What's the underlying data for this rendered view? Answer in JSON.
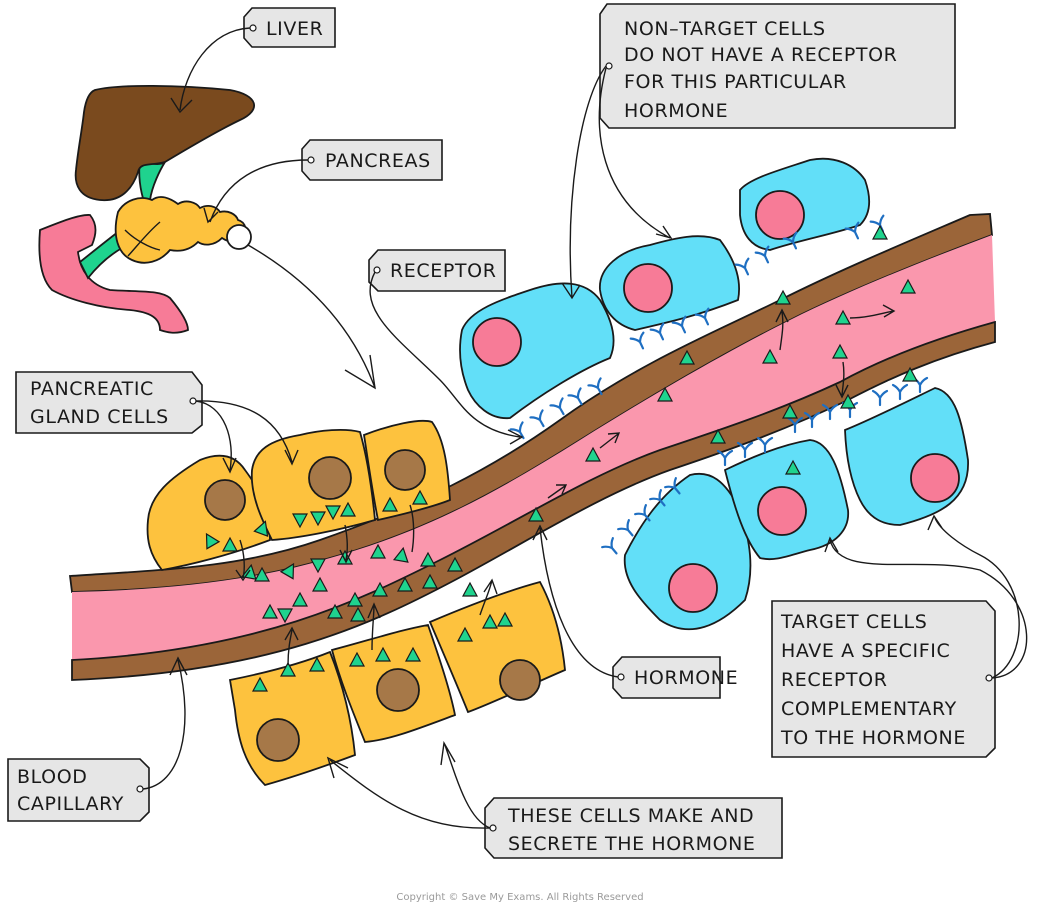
{
  "diagram": {
    "title": "Hormone action on target and non-target cells",
    "colors": {
      "liver": "#7a4a1e",
      "bile_duct": "#1fd38e",
      "pancreas": "#fdc23e",
      "duodenum": "#f77b97",
      "gland_cell": "#fdc23e",
      "gland_nucleus": "#a67848",
      "capillary_wall": "#9b6539",
      "blood": "#fa97ad",
      "target_cell": "#62dff8",
      "cell_nucleus": "#f77b97",
      "receptor": "#1f6fc2",
      "hormone": "#1fd38e",
      "label_fill": "#e6e6e6"
    },
    "labels": {
      "liver": [
        "LIVER"
      ],
      "pancreas": [
        "PANCREAS"
      ],
      "receptor": [
        "RECEPTOR"
      ],
      "non_target": [
        "NON–TARGET   CELLS",
        "DO  NOT  HAVE  A  RECEPTOR",
        "FOR  THIS  PARTICULAR",
        "HORMONE"
      ],
      "gland_cells": [
        "PANCREATIC",
        "GLAND   CELLS"
      ],
      "hormone": [
        "HORMONE"
      ],
      "target": [
        "TARGET   CELLS",
        "HAVE  A  SPECIFIC",
        "RECEPTOR",
        "COMPLEMENTARY",
        "TO  THE  HORMONE"
      ],
      "capillary": [
        "BLOOD",
        "CAPILLARY"
      ],
      "secrete": [
        "THESE  CELLS  MAKE  AND",
        "SECRETE  THE  HORMONE"
      ]
    },
    "copyright": "Copyright © Save My Exams. All Rights Reserved"
  }
}
